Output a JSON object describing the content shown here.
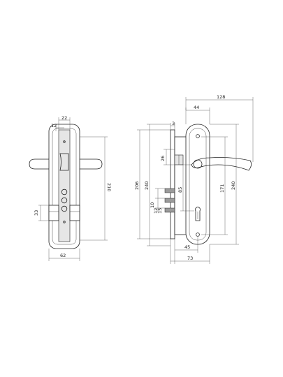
{
  "dimensions": {
    "side_strike_offset": "12",
    "side_width_top": "22",
    "side_cylinder": "33",
    "side_height": "210",
    "side_depth": "62",
    "front_plate_thickness": "3",
    "front_width_top": "44",
    "front_total_width": "128",
    "front_bolt_26": "26",
    "front_body_206": "206",
    "front_inner_240": "240",
    "front_85": "85",
    "front_171": "171",
    "front_outer_240": "240",
    "front_10": "10",
    "front_12": "12",
    "front_15": "15",
    "front_45": "45",
    "front_73": "73"
  }
}
